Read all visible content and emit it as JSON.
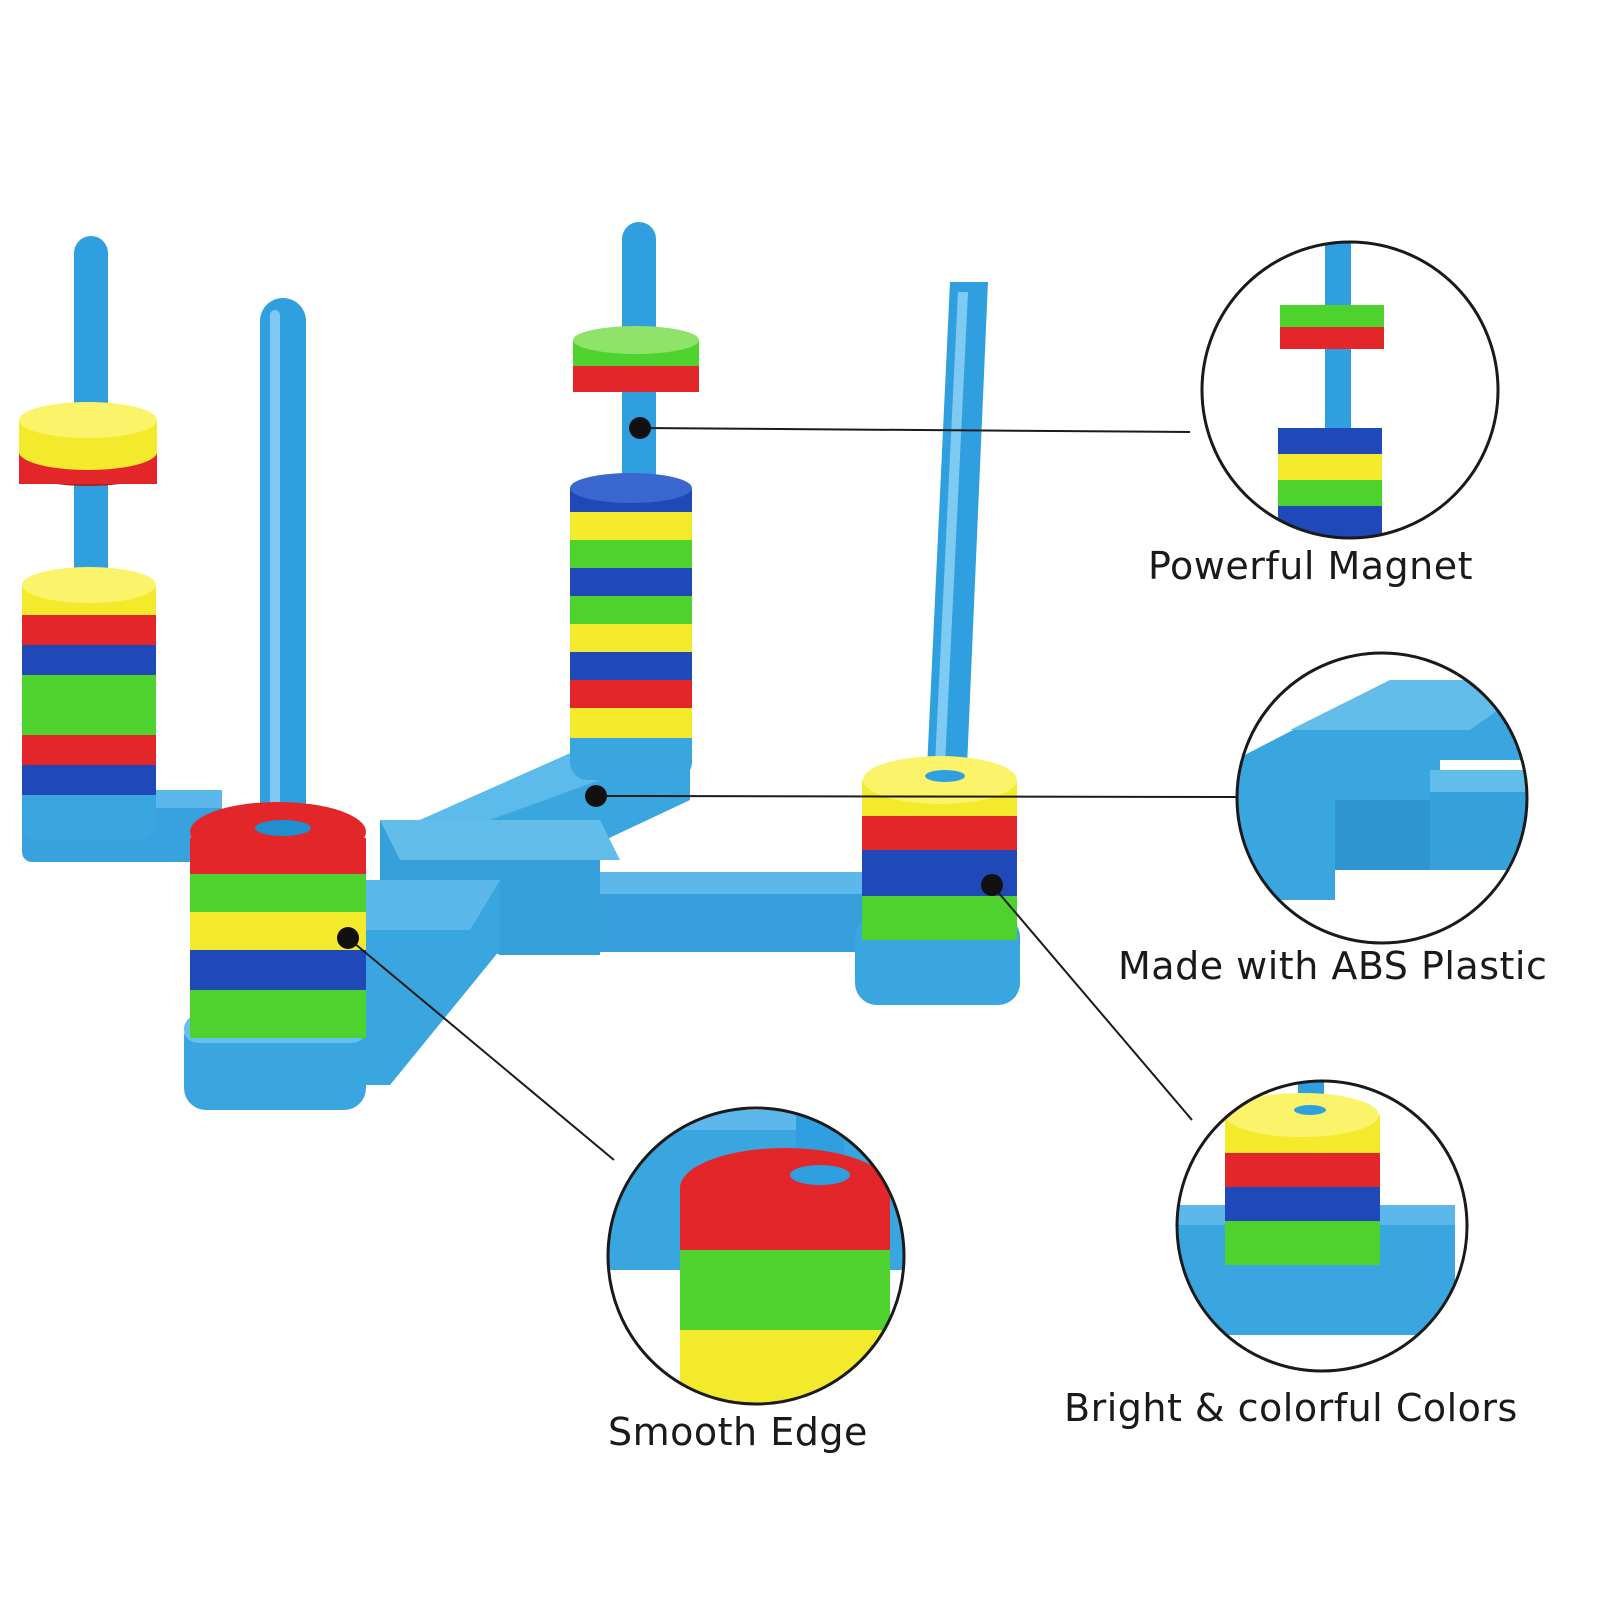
{
  "features": [
    {
      "id": "magnet",
      "label": "Powerful Magnet"
    },
    {
      "id": "plastic",
      "label": "Made with ABS Plastic"
    },
    {
      "id": "smooth",
      "label": "Smooth Edge"
    },
    {
      "id": "colors",
      "label": "Bright & colorful Colors"
    }
  ],
  "colors": {
    "plastic_blue": "#3aa6e0",
    "rod_blue": "#2f9fe0",
    "ring_red": "#e3262a",
    "ring_yellow": "#f3ea2c",
    "ring_green": "#4ed22e",
    "ring_blue": "#1f49b8",
    "leader_line": "#1a1a1a"
  }
}
